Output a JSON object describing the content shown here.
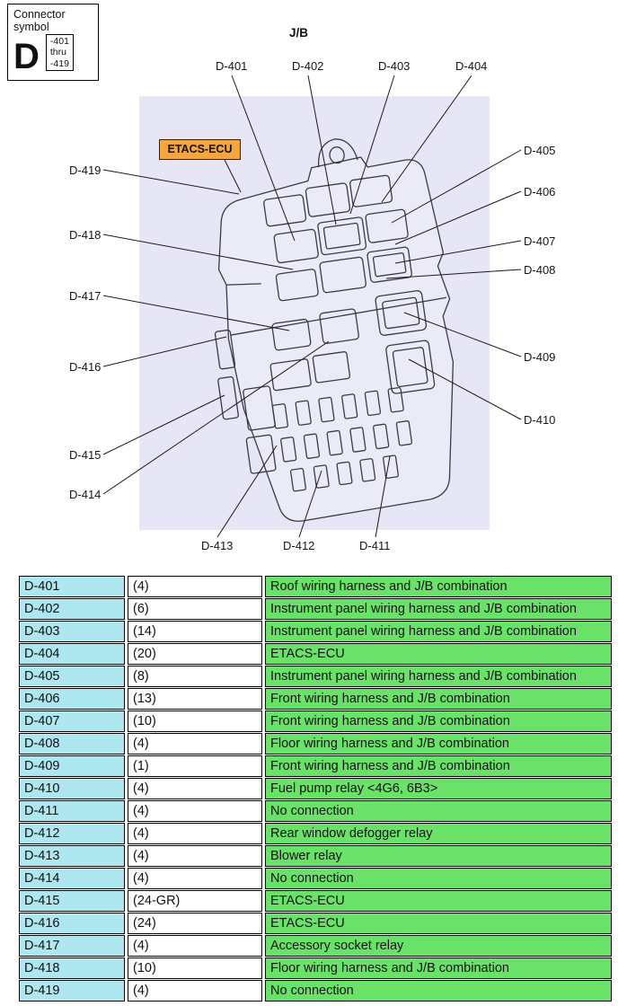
{
  "symbol_box": {
    "title": "Connector symbol",
    "letter": "D",
    "range": [
      "-401",
      "thru",
      "-419"
    ]
  },
  "diagram": {
    "title": "J/B",
    "etacs_label": "ETACS-ECU",
    "callouts": {
      "d401": "D-401",
      "d402": "D-402",
      "d403": "D-403",
      "d404": "D-404",
      "d405": "D-405",
      "d406": "D-406",
      "d407": "D-407",
      "d408": "D-408",
      "d409": "D-409",
      "d410": "D-410",
      "d411": "D-411",
      "d412": "D-412",
      "d413": "D-413",
      "d414": "D-414",
      "d415": "D-415",
      "d416": "D-416",
      "d417": "D-417",
      "d418": "D-418",
      "d419": "D-419"
    }
  },
  "colors": {
    "diagram_background": "#e6e6f6",
    "etacs_background": "#f6a640",
    "table_id_background": "#aee7ef",
    "table_desc_background": "#6ae26a"
  },
  "table": {
    "rows": [
      {
        "id": "D-401",
        "pins": "(4)",
        "description": "Roof wiring harness and J/B combination"
      },
      {
        "id": "D-402",
        "pins": "(6)",
        "description": "Instrument panel wiring harness and J/B combination"
      },
      {
        "id": "D-403",
        "pins": "(14)",
        "description": "Instrument panel wiring harness and J/B combination"
      },
      {
        "id": "D-404",
        "pins": "(20)",
        "description": "ETACS-ECU"
      },
      {
        "id": "D-405",
        "pins": "(8)",
        "description": "Instrument panel wiring harness and J/B combination"
      },
      {
        "id": "D-406",
        "pins": "(13)",
        "description": "Front wiring harness and J/B combination"
      },
      {
        "id": "D-407",
        "pins": "(10)",
        "description": "Front wiring harness and J/B combination"
      },
      {
        "id": "D-408",
        "pins": "(4)",
        "description": "Floor wiring harness and J/B combination"
      },
      {
        "id": "D-409",
        "pins": "(1)",
        "description": "Front wiring harness and J/B combination"
      },
      {
        "id": "D-410",
        "pins": "(4)",
        "description": "Fuel pump relay <4G6, 6B3>"
      },
      {
        "id": "D-411",
        "pins": "(4)",
        "description": "No connection"
      },
      {
        "id": "D-412",
        "pins": "(4)",
        "description": "Rear window defogger relay"
      },
      {
        "id": "D-413",
        "pins": "(4)",
        "description": "Blower relay"
      },
      {
        "id": "D-414",
        "pins": "(4)",
        "description": "No connection"
      },
      {
        "id": "D-415",
        "pins": "(24-GR)",
        "description": "ETACS-ECU"
      },
      {
        "id": "D-416",
        "pins": "(24)",
        "description": "ETACS-ECU"
      },
      {
        "id": "D-417",
        "pins": "(4)",
        "description": "Accessory socket relay"
      },
      {
        "id": "D-418",
        "pins": "(10)",
        "description": "Floor wiring harness and J/B combination"
      },
      {
        "id": "D-419",
        "pins": "(4)",
        "description": "No connection"
      }
    ]
  }
}
